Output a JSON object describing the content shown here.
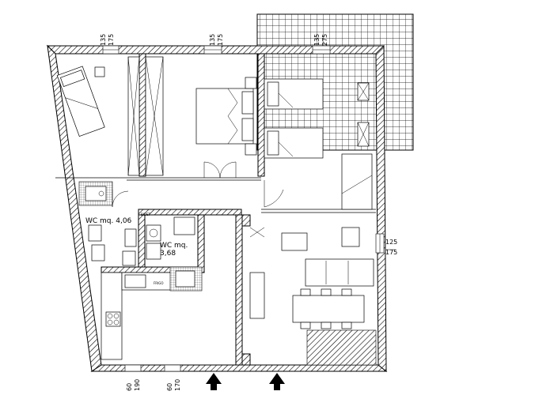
{
  "rooms": {
    "wc_1": {
      "label": "WC  mq.  4,06"
    },
    "wc_2": {
      "label_line1": "WC  mq.",
      "label_line2": "3,68"
    }
  },
  "dimensions": {
    "top_1": {
      "a": "135",
      "b": "175"
    },
    "top_2": {
      "a": "135",
      "b": "175"
    },
    "top_3": {
      "a": "135",
      "b": "275"
    },
    "right": {
      "a": "125",
      "b": "175"
    },
    "bottom": [
      "60",
      "190",
      "60",
      "170"
    ]
  },
  "fixture_labels": {
    "kitchen_sink": "FRIGO",
    "bidet": "BIDET"
  },
  "icons": {
    "entrance_arrow": "filled-up-arrow",
    "shaft": "x-box-shaft"
  }
}
